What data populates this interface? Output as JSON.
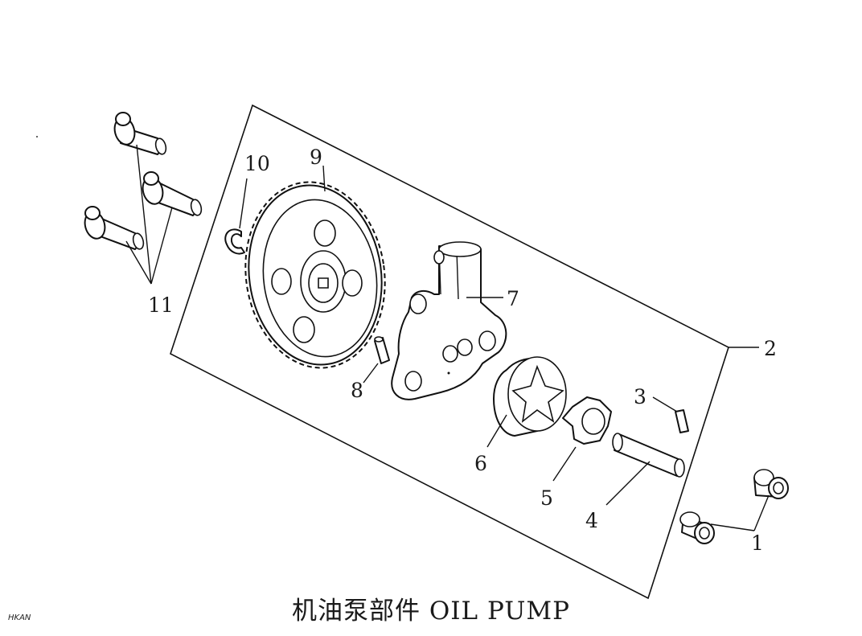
{
  "title": "机油泵部件 OIL PUMP",
  "brand": "HKAN",
  "callouts": {
    "c1": "1",
    "c2": "2",
    "c3": "3",
    "c4": "4",
    "c5": "5",
    "c6": "6",
    "c7": "7",
    "c8": "8",
    "c9": "9",
    "c10": "10",
    "c11": "11"
  }
}
